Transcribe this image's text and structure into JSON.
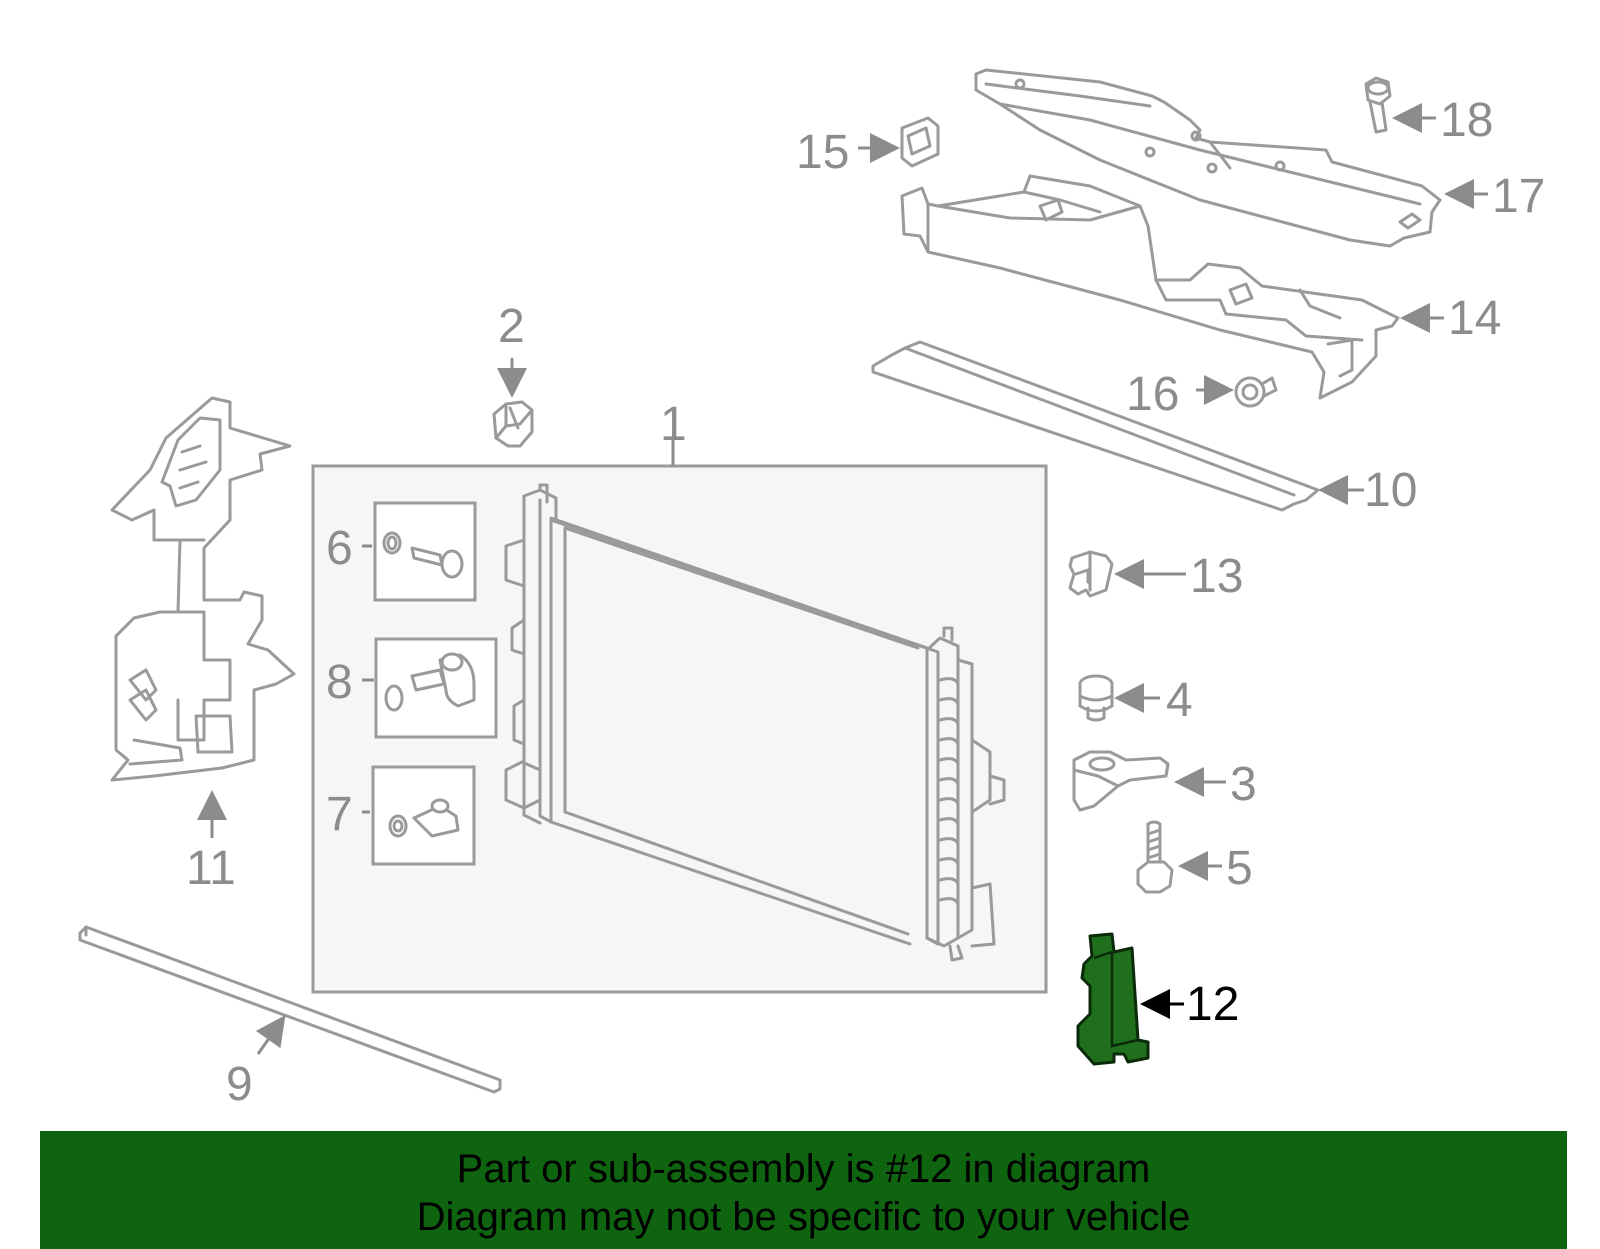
{
  "diagram": {
    "highlighted_part": "12",
    "highlight_color": "#1f6f1c",
    "line_color": "#9a9a9a",
    "callouts": [
      {
        "id": "c1",
        "label": "1"
      },
      {
        "id": "c2",
        "label": "2"
      },
      {
        "id": "c3",
        "label": "3"
      },
      {
        "id": "c4",
        "label": "4"
      },
      {
        "id": "c5",
        "label": "5"
      },
      {
        "id": "c6",
        "label": "6"
      },
      {
        "id": "c7",
        "label": "7"
      },
      {
        "id": "c8",
        "label": "8"
      },
      {
        "id": "c9",
        "label": "9"
      },
      {
        "id": "c10",
        "label": "10"
      },
      {
        "id": "c11",
        "label": "11"
      },
      {
        "id": "c12",
        "label": "12"
      },
      {
        "id": "c13",
        "label": "13"
      },
      {
        "id": "c14",
        "label": "14"
      },
      {
        "id": "c15",
        "label": "15"
      },
      {
        "id": "c16",
        "label": "16"
      },
      {
        "id": "c17",
        "label": "17"
      },
      {
        "id": "c18",
        "label": "18"
      }
    ]
  },
  "banner": {
    "line1": "Part or sub-assembly is #12 in diagram",
    "line2": "Diagram may not be specific to your vehicle",
    "background": "#0f6410"
  }
}
